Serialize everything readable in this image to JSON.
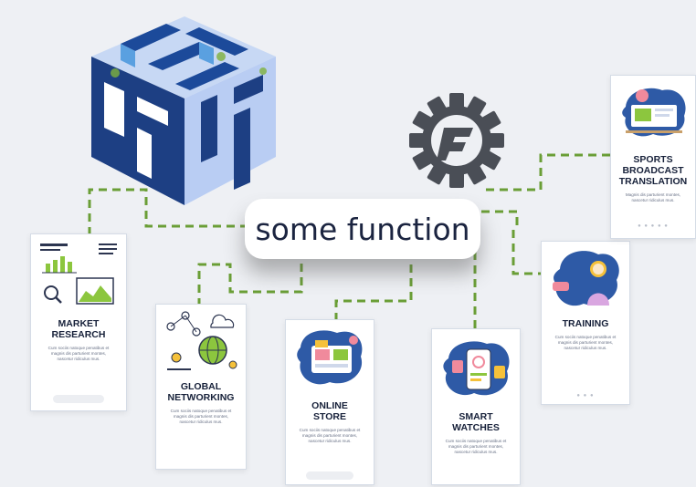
{
  "function_label": "some function",
  "cards": [
    {
      "title": "MARKET\nRESEARCH",
      "body": "Cum sociis natoque penatibus et magnis dis parturient montes, nascetur ridiculus mus."
    },
    {
      "title": "GLOBAL\nNETWORKING",
      "body": "Cum sociis natoque penatibus et magnis dis parturient montes, nascetur ridiculus mus."
    },
    {
      "title": "ONLINE\nSTORE",
      "body": "Cum sociis natoque penatibus et magnis dis parturient montes, nascetur ridiculus mus."
    },
    {
      "title": "SMART\nWATCHES",
      "body": "Cum sociis natoque penatibus et magnis dis parturient montes, nascetur ridiculus mus."
    },
    {
      "title": "TRAINING",
      "body": "Cum sociis natoque penatibus et magnis dis parturient montes, nascetur ridiculus mus."
    },
    {
      "title": "SPORTS\nBROADCAST\nTRANSLATION",
      "body": "Magnis dis parturient montes, nascetur ridiculus mus."
    }
  ],
  "colors": {
    "connector": "#6a9e36",
    "cube_dark": "#1a3f86",
    "cube_light": "#b8cdf2",
    "gear": "#4a4e56"
  },
  "icons": [
    "cube-logo-icon",
    "gear-icon",
    "chart-icon",
    "network-icon",
    "store-icon",
    "watch-icon",
    "person-icon",
    "broadcast-icon"
  ]
}
